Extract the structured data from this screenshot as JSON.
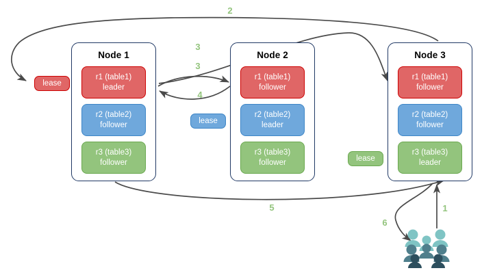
{
  "diagram": {
    "title": "raft-lease-distribution",
    "background": "#ffffff",
    "arrow_color": "#4a4a4a",
    "label_color": "#93c47d",
    "node_border_color": "#1f3864",
    "colors": {
      "red_fill": "#e06666",
      "red_border": "#cc0000",
      "blue_fill": "#6fa8dc",
      "blue_border": "#3d85c6",
      "green_fill": "#93c47d",
      "green_border": "#6aa84f",
      "users_light": "#7fc4c4",
      "users_mid": "#4f7f8c",
      "users_dark": "#2d4f5e"
    }
  },
  "nodes": [
    {
      "id": "node1",
      "title": "Node 1",
      "replicas": [
        {
          "name": "r1 (table1)",
          "role": "leader",
          "color": "red"
        },
        {
          "name": "r2 (table2)",
          "role": "follower",
          "color": "blue"
        },
        {
          "name": "r3 (table3)",
          "role": "follower",
          "color": "green"
        }
      ]
    },
    {
      "id": "node2",
      "title": "Node 2",
      "replicas": [
        {
          "name": "r1 (table1)",
          "role": "follower",
          "color": "red"
        },
        {
          "name": "r2 (table2)",
          "role": "leader",
          "color": "blue"
        },
        {
          "name": "r3 (table3)",
          "role": "follower",
          "color": "green"
        }
      ]
    },
    {
      "id": "node3",
      "title": "Node 3",
      "replicas": [
        {
          "name": "r1 (table1)",
          "role": "follower",
          "color": "red"
        },
        {
          "name": "r2 (table2)",
          "role": "follower",
          "color": "blue"
        },
        {
          "name": "r3 (table3)",
          "role": "leader",
          "color": "green"
        }
      ]
    }
  ],
  "leases": [
    {
      "id": "lease-r1",
      "label": "lease",
      "color": "red"
    },
    {
      "id": "lease-r2",
      "label": "lease",
      "color": "blue"
    },
    {
      "id": "lease-r3",
      "label": "lease",
      "color": "green"
    }
  ],
  "steps": [
    {
      "id": "step-1",
      "label": "1"
    },
    {
      "id": "step-2",
      "label": "2"
    },
    {
      "id": "step-3a",
      "label": "3"
    },
    {
      "id": "step-3b",
      "label": "3"
    },
    {
      "id": "step-4",
      "label": "4"
    },
    {
      "id": "step-5",
      "label": "5"
    },
    {
      "id": "step-6",
      "label": "6"
    }
  ],
  "actors": {
    "users_icon": "users-icon"
  }
}
